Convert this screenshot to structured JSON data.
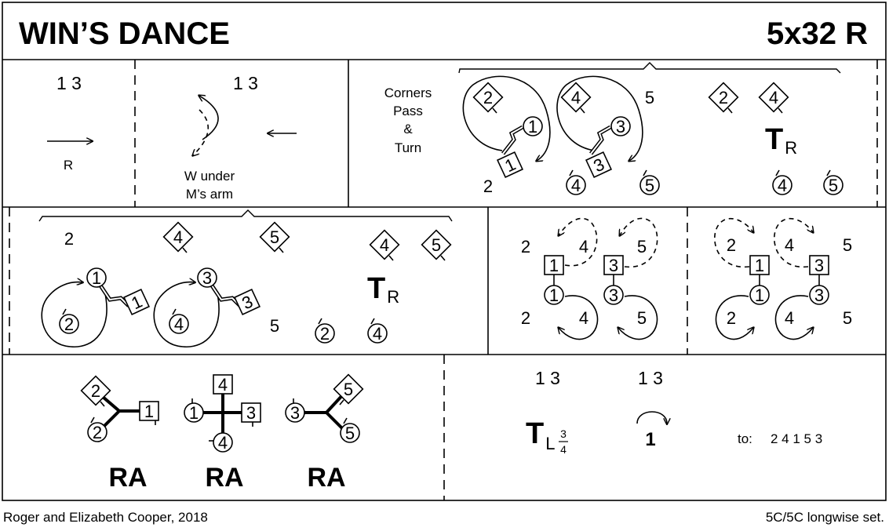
{
  "header": {
    "title": "WIN’S DANCE",
    "formation": "5x32 R"
  },
  "bar1": {
    "couples": "1 3",
    "direction": "R",
    "couples2": "1 3",
    "caption_line1": "W under",
    "caption_line2": "M’s arm"
  },
  "bar2": {
    "caption_line1": "Corners",
    "caption_line2": "Pass",
    "caption_line3": "&",
    "caption_line4": "Turn",
    "dancer_1": "1",
    "dancer_2": "2",
    "dancer_3": "3",
    "dancer_4": "4",
    "dancer_5": "5",
    "turn_label": "T",
    "turn_hand": "R"
  },
  "bar3": {
    "dancer_1": "1",
    "dancer_2": "2",
    "dancer_3": "3",
    "dancer_4": "4",
    "dancer_5": "5",
    "turn_label": "T",
    "turn_hand": "R"
  },
  "bar4": {
    "dancer_1": "1",
    "dancer_2": "2",
    "dancer_3": "3",
    "dancer_4": "4",
    "dancer_5": "5"
  },
  "bar5": {
    "formation_label": "RA",
    "dancer_1": "1",
    "dancer_2": "2",
    "dancer_3": "3",
    "dancer_4": "4",
    "dancer_5": "5"
  },
  "bar6": {
    "couples": "1 3",
    "couples2": "1 3",
    "turn_label": "T",
    "turn_hand": "L",
    "turn_num": "3",
    "turn_den": "4",
    "cast_number": "1",
    "to_label": "to:",
    "to_order": "2 4 1 5 3"
  },
  "footer": {
    "credit": "Roger and Elizabeth Cooper, 2018",
    "set": "5C/5C longwise set."
  }
}
